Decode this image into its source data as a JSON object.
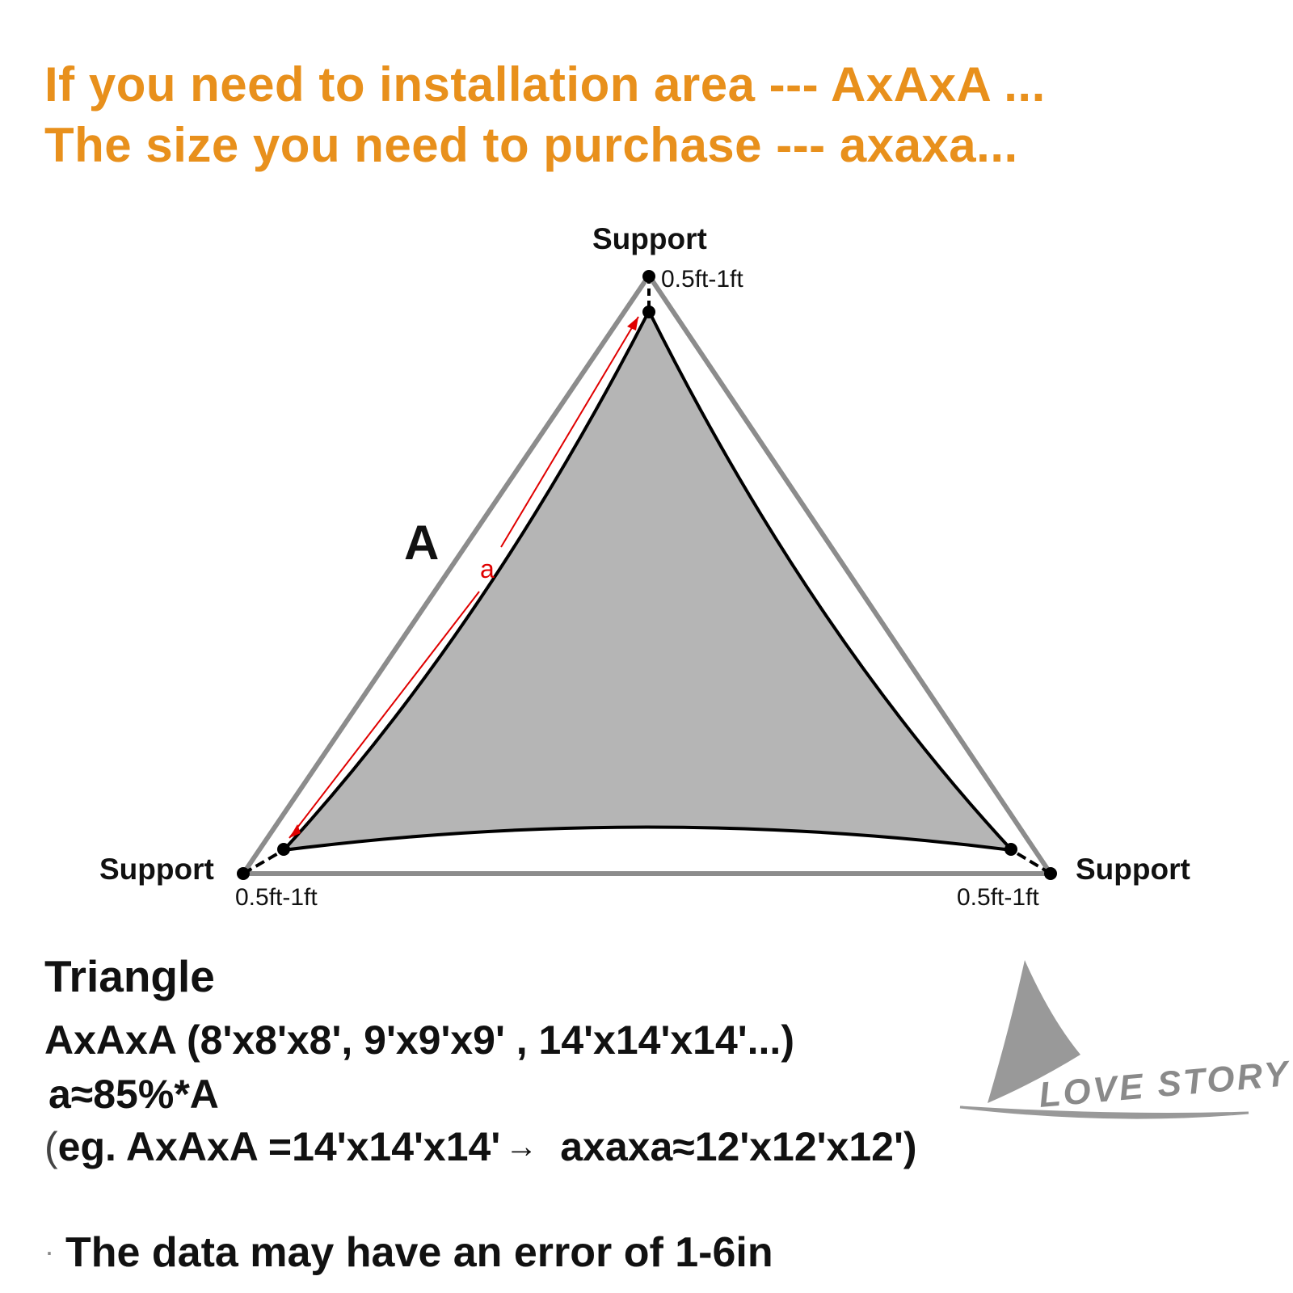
{
  "headline": {
    "line1": "If you need to installation area --- AxAxA ...",
    "line2": "The size you need to purchase --- axaxa..."
  },
  "diagram": {
    "support_label": "Support",
    "offset_label": "0.5ft-1ft",
    "outer_side_label": "A",
    "inner_side_label": "a"
  },
  "spec": {
    "shape": "Triangle",
    "sizes_prefix": "AxAxA",
    "sizes_list": "(8'x8'x8', 9'x9'x9' , 14'x14'x14'...)",
    "ratio": "a≈85%*A",
    "example_open": "(",
    "example_lhs": "eg. AxAxA =14'x14'x14'",
    "example_arrow": "→",
    "example_rhs": "axaxa≈12'x12'x12')"
  },
  "note": {
    "bullet": "·",
    "text": "The data may have an error of 1-6in"
  },
  "logo": {
    "text": "LOVE STORY"
  },
  "colors": {
    "headline": "#E8901C",
    "outer_triangle": "#8c8c8c",
    "sail_fill": "#b5b5b5",
    "measure_line": "#e00000"
  }
}
